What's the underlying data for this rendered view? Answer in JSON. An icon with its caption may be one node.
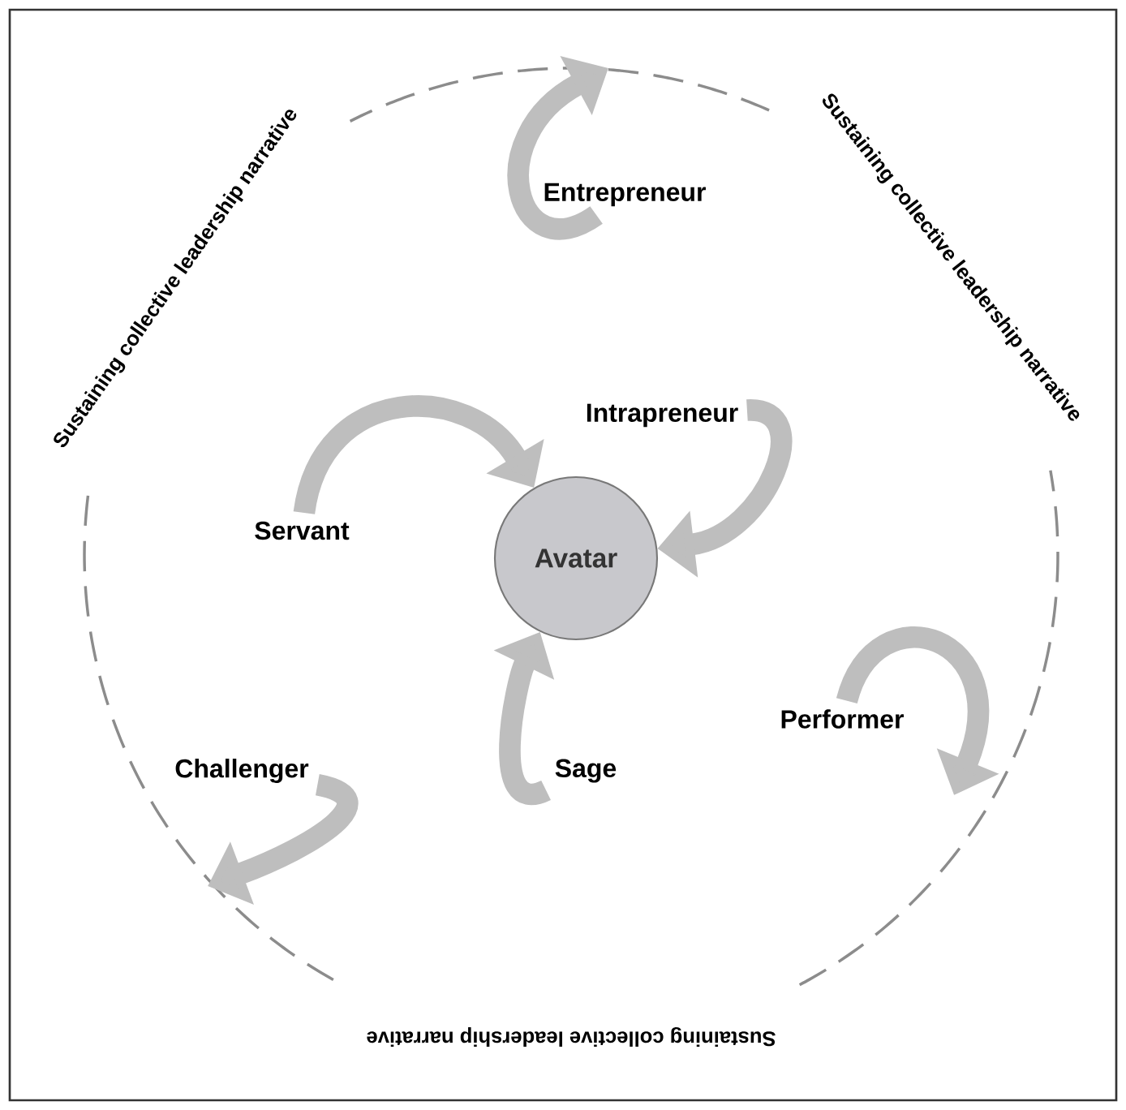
{
  "diagram": {
    "nodes": [
      {
        "text": [
          "Entrepreneur"
        ]
      },
      {
        "text": [
          "Intrapreneur"
        ]
      },
      {
        "text": [
          "Servant"
        ]
      },
      {
        "text": [
          "Avatar"
        ]
      },
      {
        "text": [
          "Performer"
        ]
      },
      {
        "text": [
          "Challenger"
        ]
      },
      {
        "text": [
          "Sage"
        ]
      }
    ],
    "edges": [
      {
        "from": 0,
        "to": null,
        "arrow": "to"
      },
      {
        "from": 1,
        "to": 3,
        "arrow": "to"
      },
      {
        "from": 2,
        "to": 3,
        "arrow": "to"
      },
      {
        "from": 6,
        "to": 3,
        "arrow": "to"
      },
      {
        "from": 4,
        "to": null,
        "arrow": "to"
      },
      {
        "from": 5,
        "to": null,
        "arrow": "to"
      }
    ],
    "labels": [
      "Sustaining collective leadership narrative",
      "Sustaining collective leadership narrative",
      "Sustaining collective leadership narrative"
    ]
  }
}
